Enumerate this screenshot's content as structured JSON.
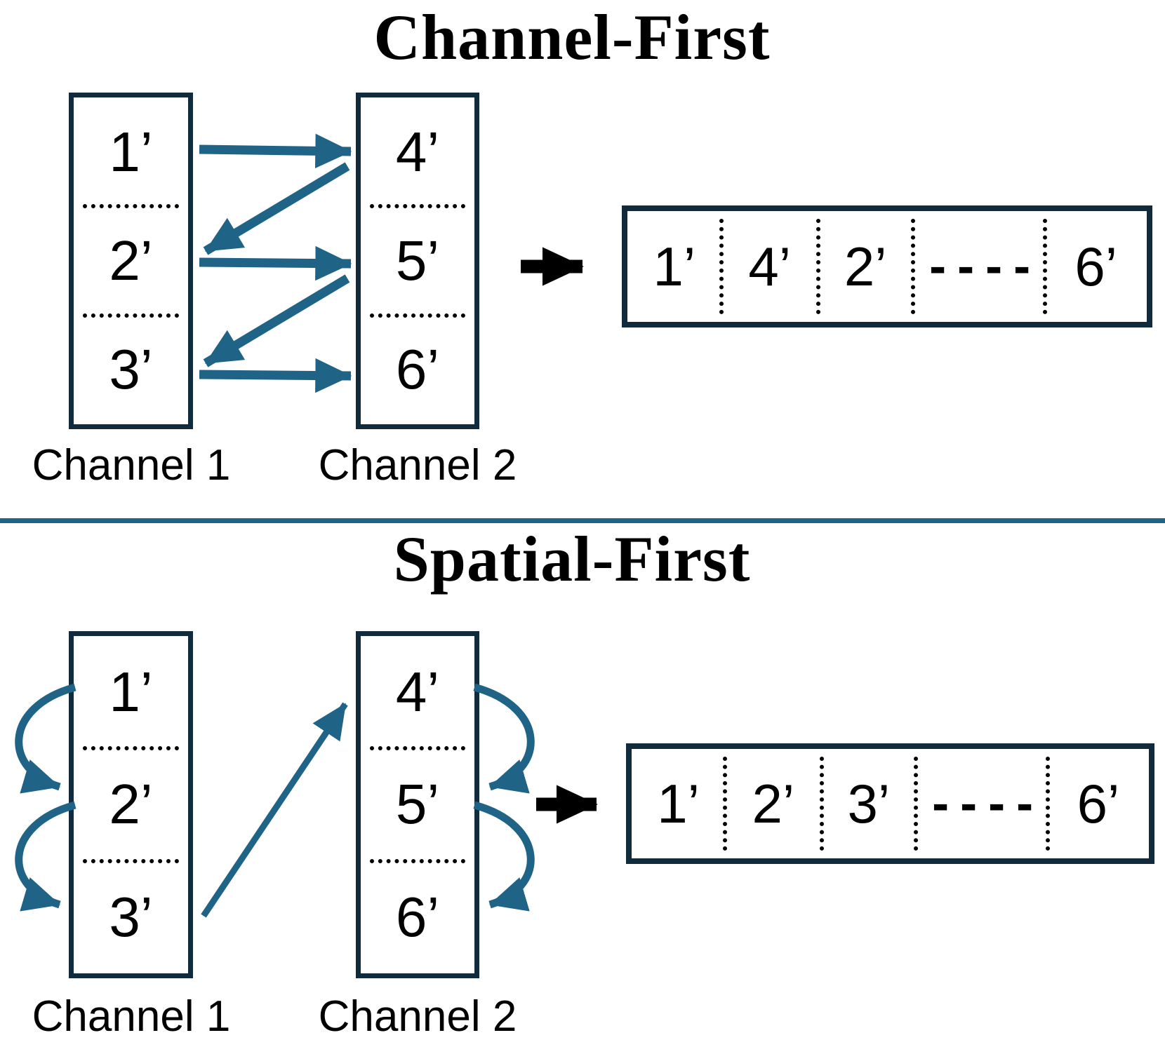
{
  "figure": {
    "description": "Comparison of channel-first vs spatial-first memory ordering of two 3-cell channels",
    "colors": {
      "arrow_teal": "#1f6486",
      "box_border_navy": "#112b3d",
      "text_black": "#000000",
      "background": "#ffffff"
    }
  },
  "top": {
    "title": "Channel-First",
    "channel1": {
      "label": "Channel 1",
      "cells": [
        "1’",
        "2’",
        "3’"
      ]
    },
    "channel2": {
      "label": "Channel 2",
      "cells": [
        "4’",
        "5’",
        "6’"
      ]
    },
    "traversal_arrows": [
      {
        "from": "1’",
        "to": "4’"
      },
      {
        "from": "4’",
        "to": "2’"
      },
      {
        "from": "2’",
        "to": "5’"
      },
      {
        "from": "5’",
        "to": "3’"
      },
      {
        "from": "3’",
        "to": "6’"
      }
    ],
    "memory": {
      "cells": [
        "1’",
        "4’",
        "2’",
        "- - - -",
        "6’"
      ]
    }
  },
  "bottom": {
    "title": "Spatial-First",
    "channel1": {
      "label": "Channel 1",
      "cells": [
        "1’",
        "2’",
        "3’"
      ]
    },
    "channel2": {
      "label": "Channel 2",
      "cells": [
        "4’",
        "5’",
        "6’"
      ]
    },
    "traversal_arrows": [
      {
        "from": "1’",
        "to": "2’"
      },
      {
        "from": "2’",
        "to": "3’"
      },
      {
        "from": "3’",
        "to": "4’"
      },
      {
        "from": "4’",
        "to": "5’"
      },
      {
        "from": "5’",
        "to": "6’"
      }
    ],
    "memory": {
      "cells": [
        "1’",
        "2’",
        "3’",
        "- - - -",
        "6’"
      ]
    }
  }
}
